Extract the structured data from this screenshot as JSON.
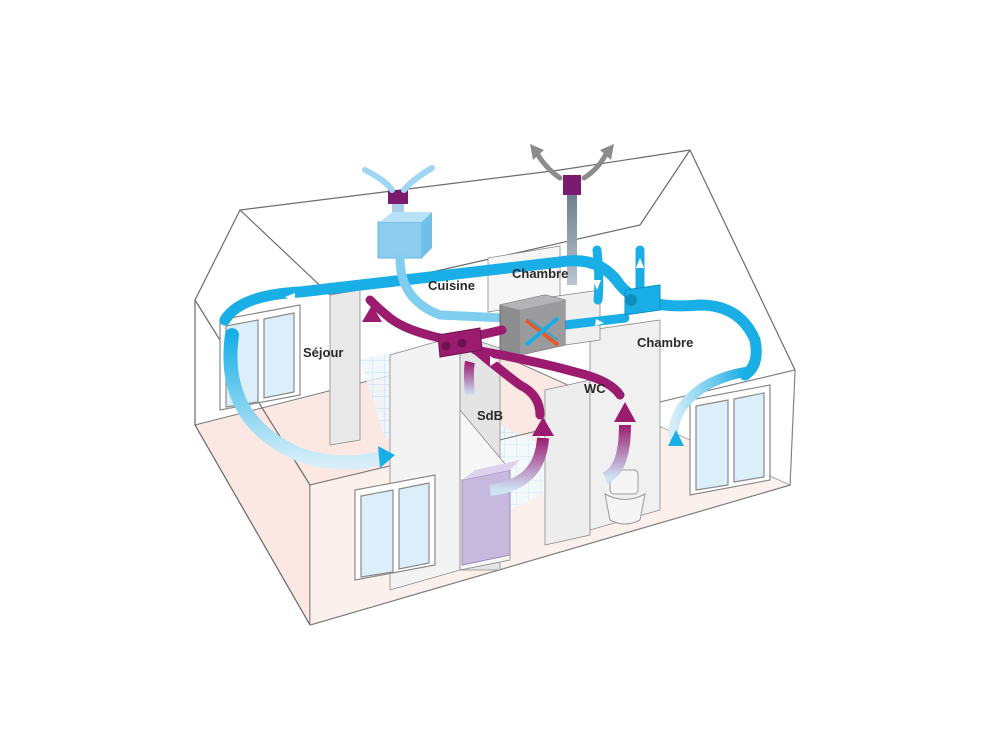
{
  "rooms": {
    "sejour": "Séjour",
    "cuisine": "Cuisine",
    "chambre_1": "Chambre",
    "chambre_2": "Chambre",
    "sdb": "SdB",
    "wc": "WC"
  },
  "colors": {
    "fresh_air": "#19aee6",
    "exhaust_air": "#9b1c6f",
    "heat_exchanger": "#8d8d8f",
    "outdoor_exhaust": "#9aa7b3",
    "floor": "#fbe8e2",
    "walls": "#f1f1f1"
  }
}
